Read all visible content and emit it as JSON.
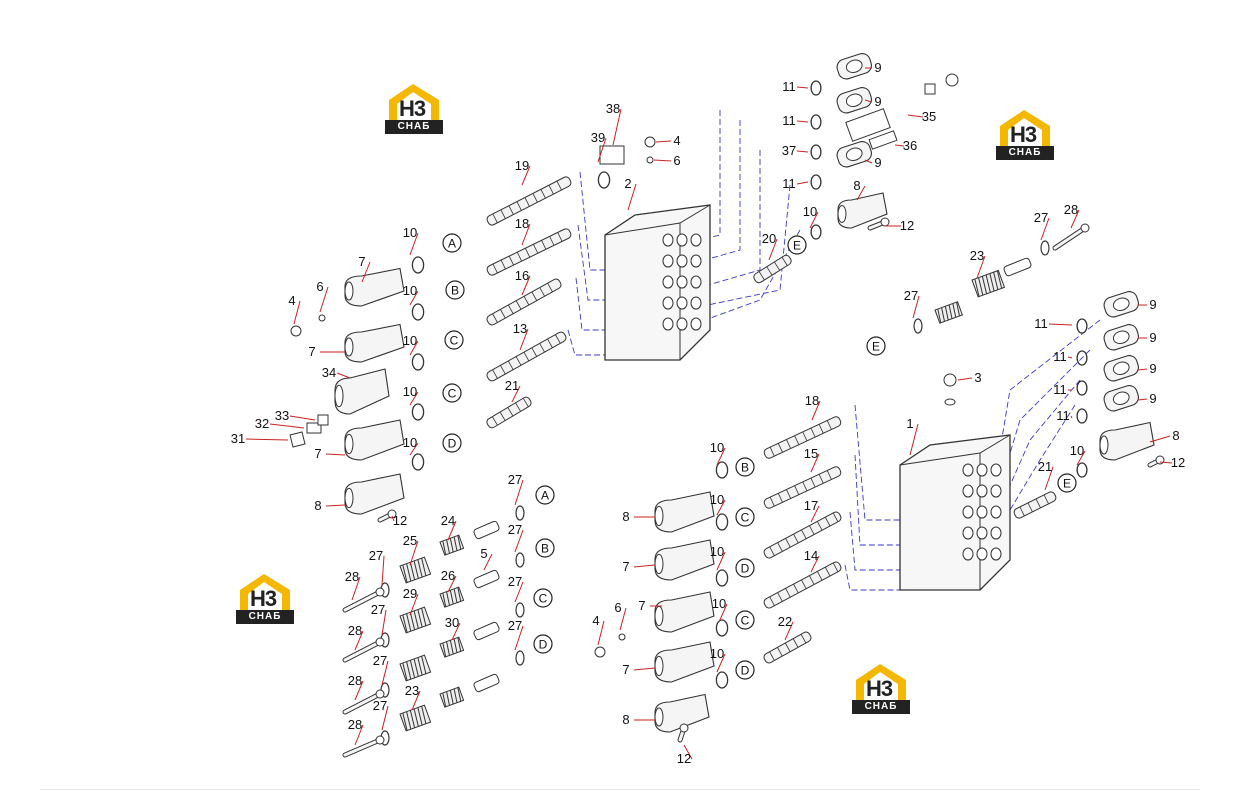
{
  "logo": {
    "mark": "H3",
    "plate": "СНАБ",
    "colors": {
      "roof": "#f5b800",
      "ink": "#222222"
    }
  },
  "colors": {
    "leader": "#cc2222",
    "line": "#333333",
    "dash": "#3a3ac8"
  },
  "callouts": [
    "1",
    "2",
    "3",
    "4",
    "5",
    "6",
    "7",
    "8",
    "9",
    "10",
    "11",
    "12",
    "13",
    "14",
    "15",
    "16",
    "17",
    "18",
    "19",
    "20",
    "21",
    "22",
    "23",
    "24",
    "25",
    "26",
    "27",
    "28",
    "29",
    "30",
    "31",
    "32",
    "33",
    "34",
    "35",
    "36",
    "37",
    "38",
    "39"
  ],
  "circle_letters": [
    "A",
    "B",
    "C",
    "D",
    "E"
  ]
}
